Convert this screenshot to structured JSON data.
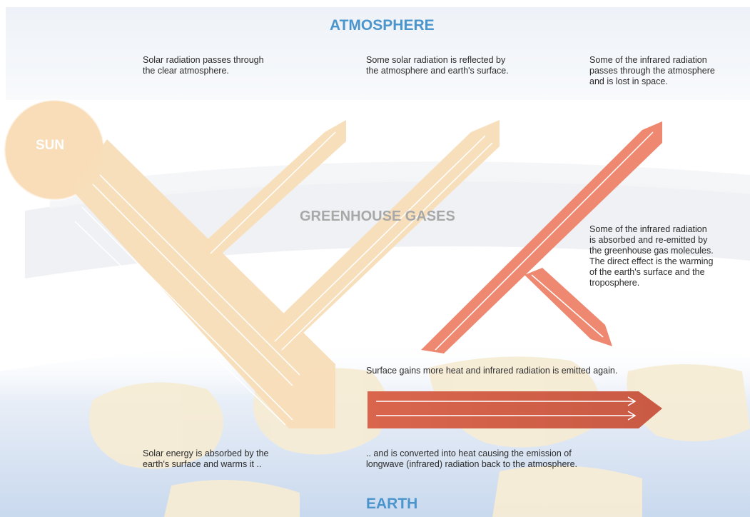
{
  "labels": {
    "atmosphere": "ATMOSPHERE",
    "earth": "EARTH",
    "sun": "SUN",
    "greenhouse_gases": "GREENHOUSE GASES"
  },
  "captions": {
    "solar_passes": "Solar radiation passes through\nthe clear atmosphere.",
    "solar_reflected": "Some solar radiation is reflected by\nthe atmosphere and earth's surface.",
    "infrared_lost": "Some of the infrared radiation\npasses through the atmosphere\nand is lost in space.",
    "infrared_absorbed": "Some of the infrared radiation\nis absorbed and re-emitted by\nthe greenhouse gas molecules.\nThe direct effect is the warming\nof the earth's surface and the\ntroposphere.",
    "surface_gains": "Surface gains more heat and infrared radiation is emitted again.",
    "solar_absorbed": "Solar energy is absorbed by the\nearth's surface and warms it ..",
    "converted_heat": ".. and is converted into heat causing the emission of\nlongwave (infrared) radiation back to the atmosphere."
  },
  "colors": {
    "solar": "#f8ddb8",
    "infrared": "#ee8870",
    "heading": "#4b95cd",
    "label_gray": "#a8a8a8",
    "atmosphere_band": "#ecf1f7",
    "earth_map": "#f5ecd7"
  }
}
